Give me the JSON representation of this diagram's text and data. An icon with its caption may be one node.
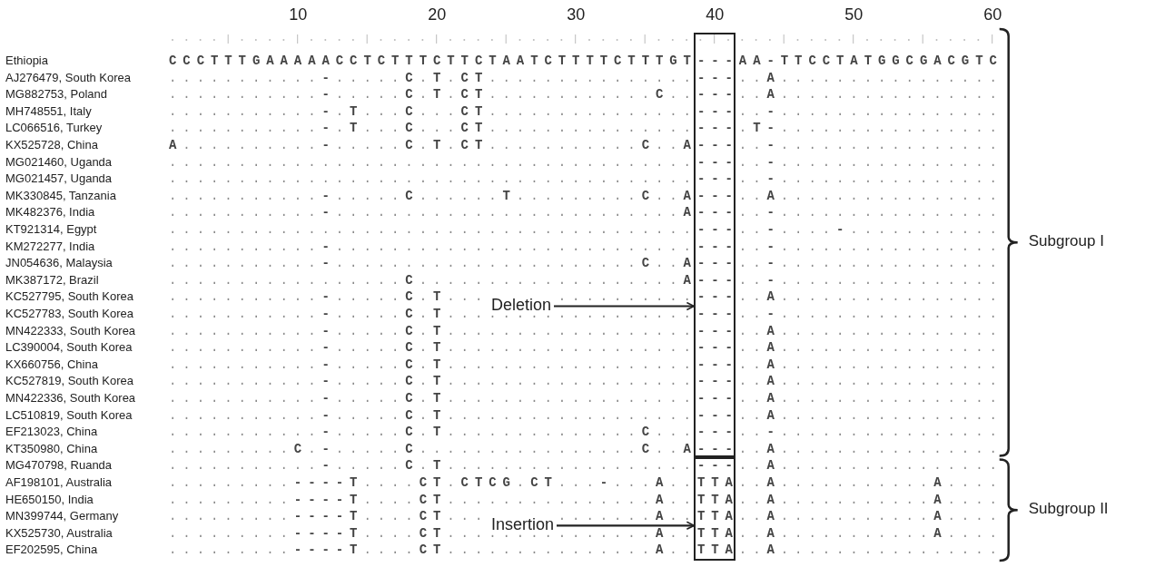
{
  "diagram": {
    "nodes": [
      {
        "text": [],
        "shape": "box"
      },
      {
        "text": [
          "Deletion"
        ]
      },
      {
        "text": [],
        "shape": "box"
      },
      {
        "text": [
          "Insertion"
        ]
      }
    ],
    "edges": [
      {
        "from": 1,
        "to": 0,
        "arrow": "to"
      },
      {
        "from": 3,
        "to": 2,
        "arrow": "to"
      }
    ],
    "labels": [
      "10",
      "20",
      "30",
      "40",
      "50",
      "60",
      "Ethiopia",
      "CCCTTTGAAAAACCTCTTTCTTCTAATCTTTTCTTTGT---AA-TTCCTATGGCGACGTC",
      "AJ276479, South Korea",
      "...........-.....C.T.CT...............---..A................",
      "MG882753, Poland",
      "...........-.....C.T.CT............C..---..A................",
      "MH748551, Italy",
      "...........-.T...C...CT...............---..-................",
      "LC066516, Turkey",
      "...........-.T...C...CT...............---.T-................",
      "KX525728, China",
      "A..........-.....C.T.CT...........C..A---..-................",
      "MG021460, Uganda",
      "......................................---..-................",
      "MG021457, Uganda",
      "......................................---..-................",
      "MK330845, Tanzania",
      "...........-.....C......T.........C..A---..A................",
      "MK482376, India",
      "...........-.........................A---..-................",
      "KT921314, Egypt",
      "......................................---..-....-...........",
      "KM272277, India",
      "...........-..........................---..-................",
      "JN054636, Malaysia",
      "...........-......................C..A---..-................",
      "MK387172, Brazil",
      ".................C...................A---..-................",
      "KC527795, South Korea",
      "...........-.....C.T..................---..A................",
      "KC527783, South Korea",
      "...........-.....C.T..................---..-................",
      "MN422333, South Korea",
      "...........-.....C.T..................---..A................",
      "LC390004, South Korea",
      "...........-.....C.T..................---..A................",
      "KX660756, China",
      "...........-.....C.T..................---..A................",
      "KC527819, South Korea",
      "...........-.....C.T..................---..A................",
      "MN422336, South Korea",
      "...........-.....C.T..................---..A................",
      "LC510819, South Korea",
      "...........-.....C.T..................---..A................",
      "EF213023, China",
      "...........-.....C.T..............C...---..-................",
      "KT350980, China",
      ".........C.-.....C................C..A---..A................",
      "MG470798, Ruanda",
      "...........-.....C.T..................---..A................",
      "AF198101, Australia",
      ".........----T....CT.CTCG.CT...-...A..TTA..A...........A....",
      "HE650150, India",
      ".........----T....CT...............A..TTA..A...........A....",
      "MN399744, Germany",
      ".........----T....CT...............A..TTA..A...........A....",
      "KX525730, Australia",
      ".........----T....CT...............A..TTA..A...........A....",
      "EF202595, China",
      ".........----T....CT...............A..TTA..A................",
      "Subgroup I",
      "Subgroup II"
    ]
  }
}
